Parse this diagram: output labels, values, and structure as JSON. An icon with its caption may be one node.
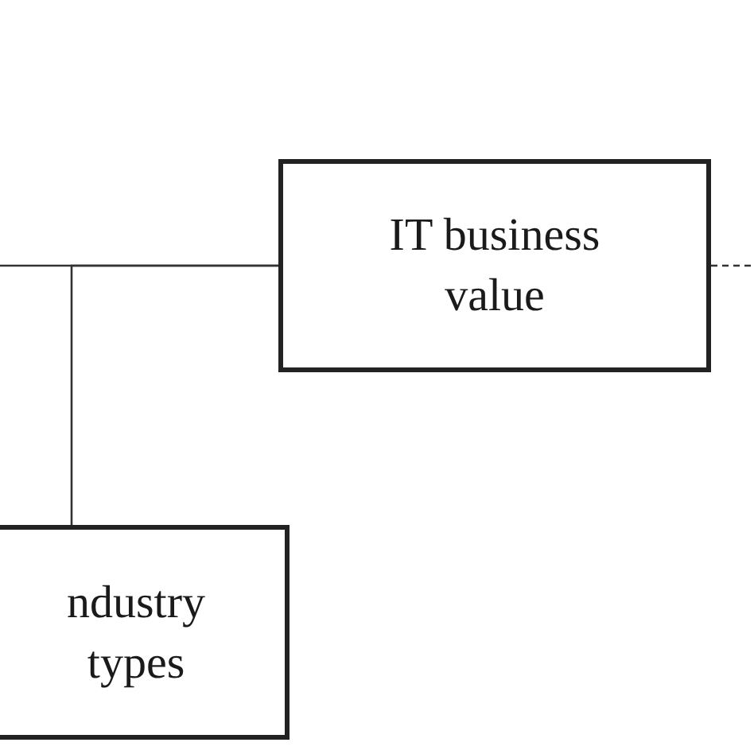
{
  "diagram": {
    "nodes": [
      {
        "text": [
          "IT business value"
        ]
      },
      {
        "text": [
          "ndustry types"
        ]
      }
    ],
    "edges": [
      {
        "from": null,
        "to": 0,
        "arrow": "none"
      },
      {
        "from": 1,
        "to": 0,
        "arrow": "none"
      },
      {
        "from": 0,
        "to": null,
        "arrow": "none",
        "style": "dashed"
      }
    ]
  }
}
